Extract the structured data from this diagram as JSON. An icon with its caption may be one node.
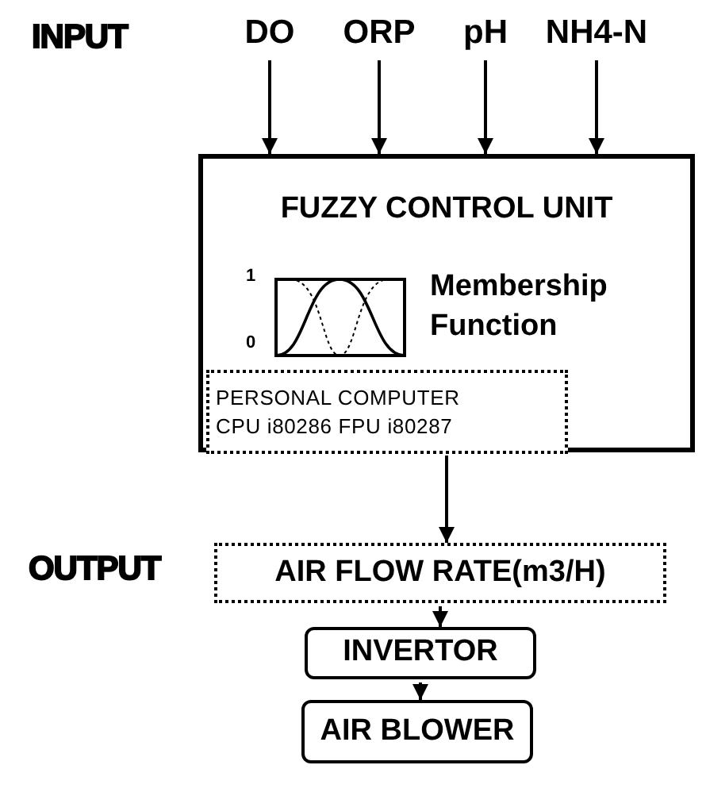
{
  "diagram": {
    "nodes": [
      {
        "text": [
          "DO"
        ]
      },
      {
        "text": [
          "ORP"
        ]
      },
      {
        "text": [
          "pH"
        ]
      },
      {
        "text": [
          "NH4-N"
        ]
      },
      {
        "text": [
          "FUZZY CONTROL UNIT",
          "Membership Function"
        ]
      },
      {
        "text": [
          "PERSONAL COMPUTER",
          "CPU i80286 FPU i80287"
        ],
        "in": 4
      },
      {
        "text": [
          "AIR FLOW RATE(m3/H)"
        ]
      },
      {
        "text": [
          "INVERTOR"
        ]
      },
      {
        "text": [
          "AIR BLOWER"
        ]
      }
    ],
    "edges": [
      {
        "from": 0,
        "to": 4,
        "arrow": "to"
      },
      {
        "from": 1,
        "to": 4,
        "arrow": "to"
      },
      {
        "from": 2,
        "to": 4,
        "arrow": "to"
      },
      {
        "from": 3,
        "to": 4,
        "arrow": "to"
      },
      {
        "from": 4,
        "to": 6,
        "arrow": "to"
      },
      {
        "from": 6,
        "to": 7,
        "arrow": "to"
      },
      {
        "from": 7,
        "to": 8,
        "arrow": "to"
      }
    ],
    "labels": [
      "INPUT",
      "OUTPUT",
      "1",
      "0"
    ]
  }
}
